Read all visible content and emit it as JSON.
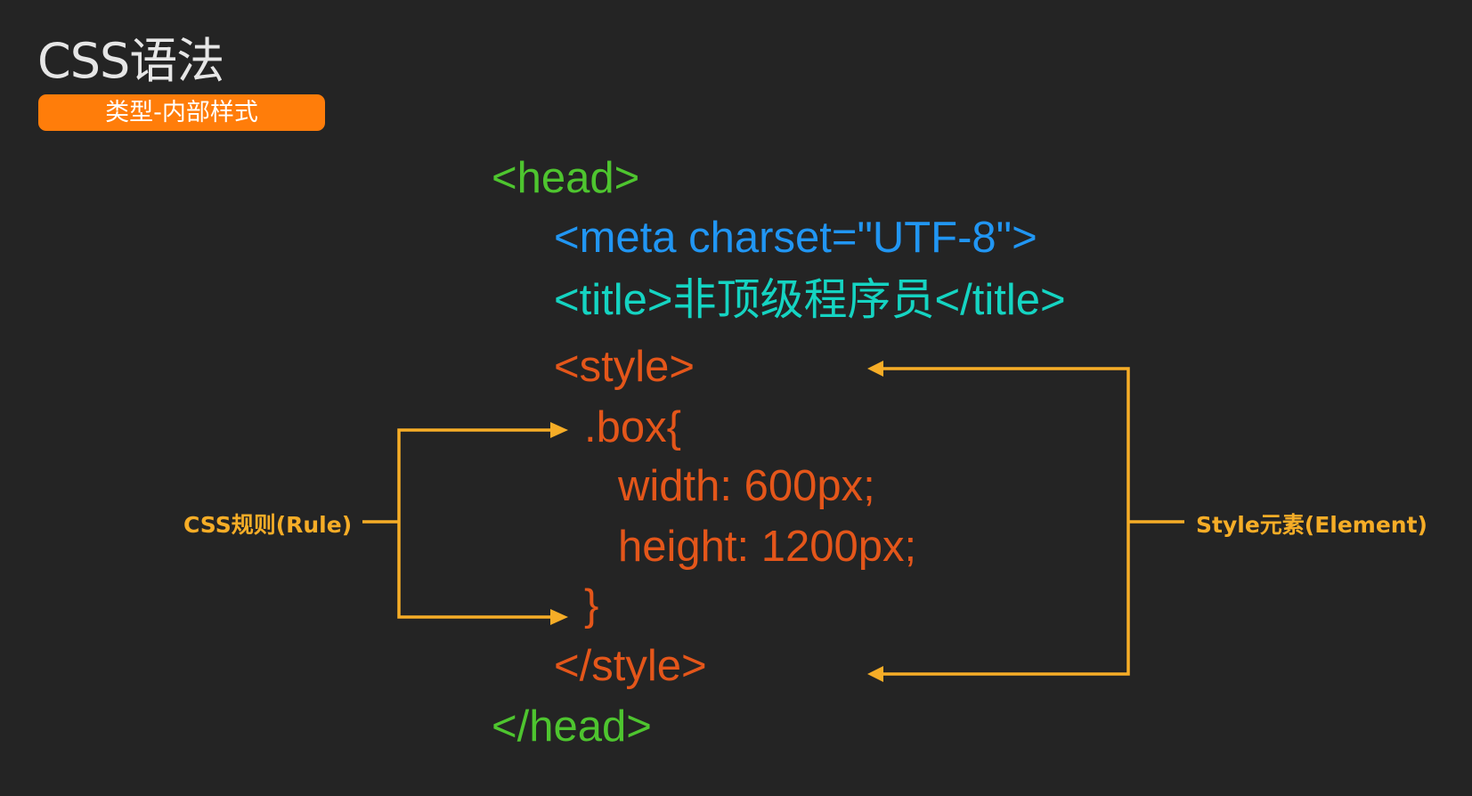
{
  "heading": {
    "title": "CSS语法",
    "badge": "类型-内部样式"
  },
  "code_lines": {
    "head_open": "<head>",
    "meta": "<meta charset=\"UTF-8\">",
    "title_tag": "<title>非顶级程序员</title>",
    "style_open": "<style>",
    "selector": ".box{",
    "width_decl": "width: 600px;",
    "height_decl": "height: 1200px;",
    "brace_close": "}",
    "style_close": "</style>",
    "head_close": "</head>"
  },
  "annotations": {
    "rule_label": "CSS规则(Rule)",
    "element_label": "Style元素(Element)"
  },
  "colors": {
    "background": "#242424",
    "tag_green": "#4ec52f",
    "meta_blue": "#2196f3",
    "title_teal": "#15d4c2",
    "style_orange": "#e4561a",
    "badge_orange": "#ff7d0a",
    "annotation_yellow": "#f6ad27"
  }
}
